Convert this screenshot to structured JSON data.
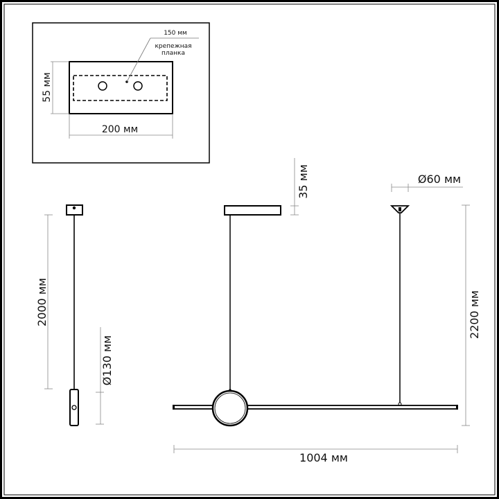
{
  "inset": {
    "width_label": "200 мм",
    "height_label": "55 мм",
    "bracket_width_label": "150 мм",
    "bracket_caption_line1": "крепежная",
    "bracket_caption_line2": "планка"
  },
  "side_view": {
    "cable_length_label": "2000 мм",
    "ring_diameter_label": "Ø130 мм"
  },
  "front_view": {
    "canopy_height_label": "35 мм",
    "cup_diameter_label": "Ø60 мм",
    "total_height_label": "2200 мм",
    "bar_length_label": "1004 мм"
  },
  "colors": {
    "line": "#111111",
    "dimension": "#8a8a8a",
    "background": "#ffffff"
  }
}
